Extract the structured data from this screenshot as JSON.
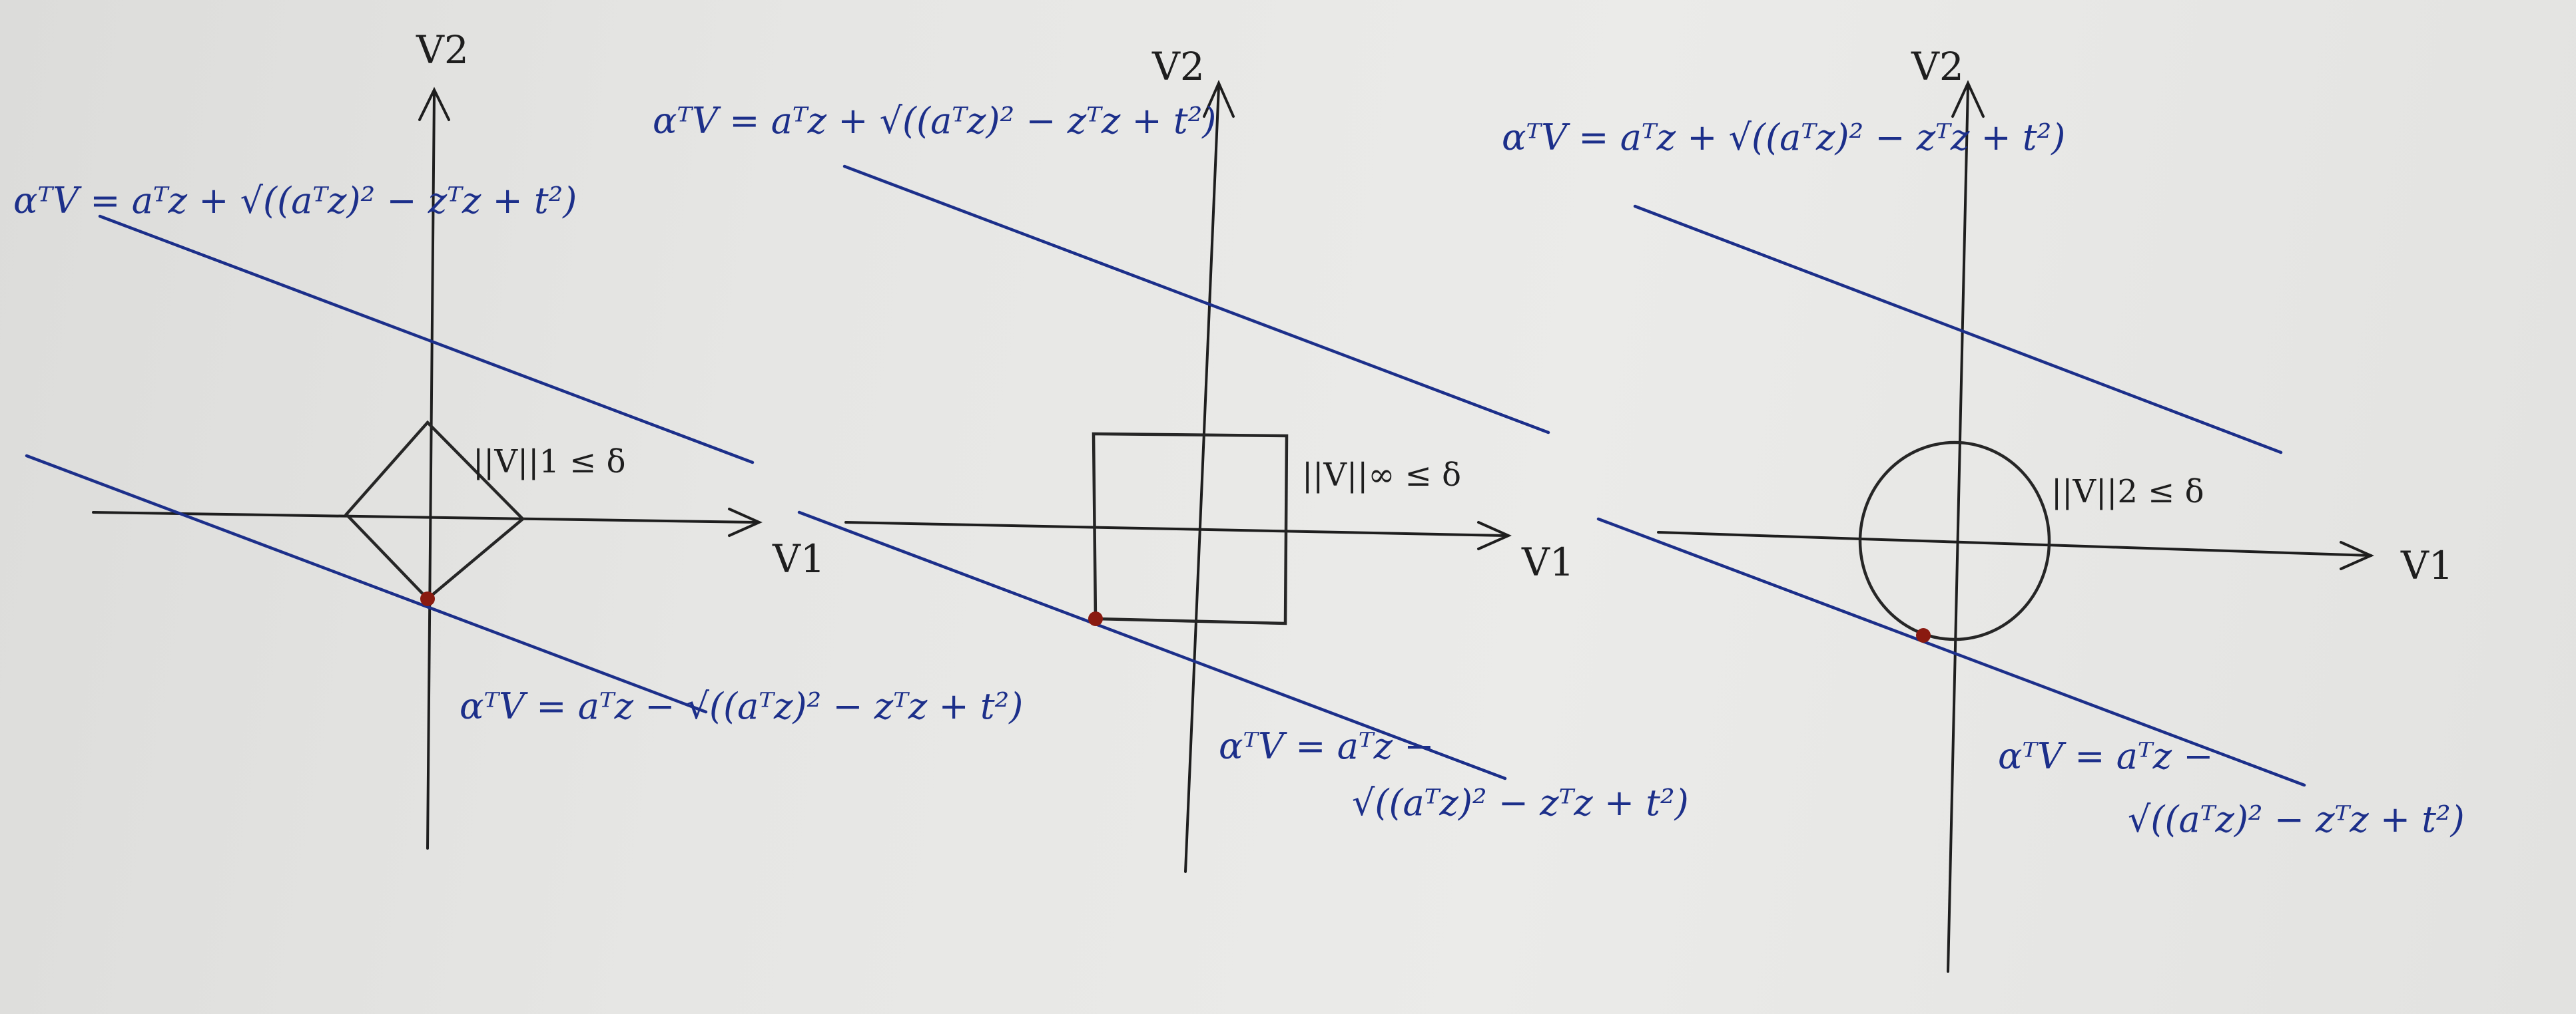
{
  "panels": [
    {
      "axis_x_label": "V1",
      "axis_y_label": "V2",
      "constraint_label": "||V||1 ≤ δ",
      "shape": "diamond",
      "upper_line_label": "αᵀV = aᵀz + √((aᵀz)² − zᵀz + t²)",
      "lower_line_label_top": "αᵀV = aᵀz − √((aᵀz)² − zᵀz + t²)",
      "lower_line_label_bottom": ""
    },
    {
      "axis_x_label": "V1",
      "axis_y_label": "V2",
      "constraint_label": "||V||∞ ≤ δ",
      "shape": "square",
      "upper_line_label": "αᵀV = aᵀz + √((aᵀz)² − zᵀz + t²)",
      "lower_line_label_top": "αᵀV = aᵀz −",
      "lower_line_label_bottom": "√((aᵀz)² − zᵀz + t²)"
    },
    {
      "axis_x_label": "V1",
      "axis_y_label": "V2",
      "constraint_label": "||V||2 ≤ δ",
      "shape": "circle",
      "upper_line_label": "αᵀV = aᵀz + √((aᵀz)² − zᵀz + t²)",
      "lower_line_label_top": "αᵀV = aᵀz −",
      "lower_line_label_bottom": "√((aᵀz)² − zᵀz + t²)"
    }
  ],
  "colors": {
    "pen_blue": "#1c2f8a",
    "ink": "#1e1e1e",
    "tangent_dot": "#8a1a10"
  }
}
